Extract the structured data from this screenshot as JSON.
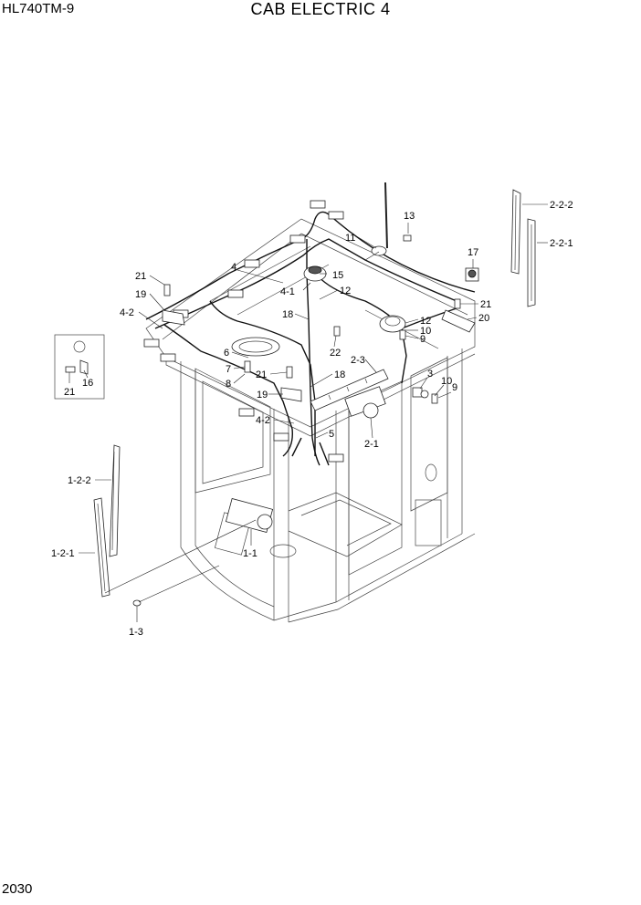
{
  "header": {
    "model": "HL740TM-9",
    "title": "CAB ELECTRIC 4"
  },
  "footer": {
    "page_number": "2030"
  },
  "callouts": {
    "c_2_2_2": "2-2-2",
    "c_2_2_1": "2-2-1",
    "c_13": "13",
    "c_11": "11",
    "c_17": "17",
    "c_21_a": "21",
    "c_4": "4",
    "c_15": "15",
    "c_19_a": "19",
    "c_4_1": "4-1",
    "c_12_a": "12",
    "c_21_b": "21",
    "c_4_2_a": "4-2",
    "c_18_a": "18",
    "c_12_b": "12",
    "c_20": "20",
    "c_10_a": "10",
    "c_9_a": "9",
    "c_6": "6",
    "c_22": "22",
    "c_2_3": "2-3",
    "c_7": "7",
    "c_8": "8",
    "c_21_c": "21",
    "c_18_b": "18",
    "c_3": "3",
    "c_10_b": "10",
    "c_9_b": "9",
    "c_19_b": "19",
    "c_4_2_b": "4-2",
    "c_5": "5",
    "c_2_1": "2-1",
    "c_21_d": "21",
    "c_16": "16",
    "c_1_2_2": "1-2-2",
    "c_1_2_1": "1-2-1",
    "c_1_1": "1-1",
    "c_1_3": "1-3"
  }
}
